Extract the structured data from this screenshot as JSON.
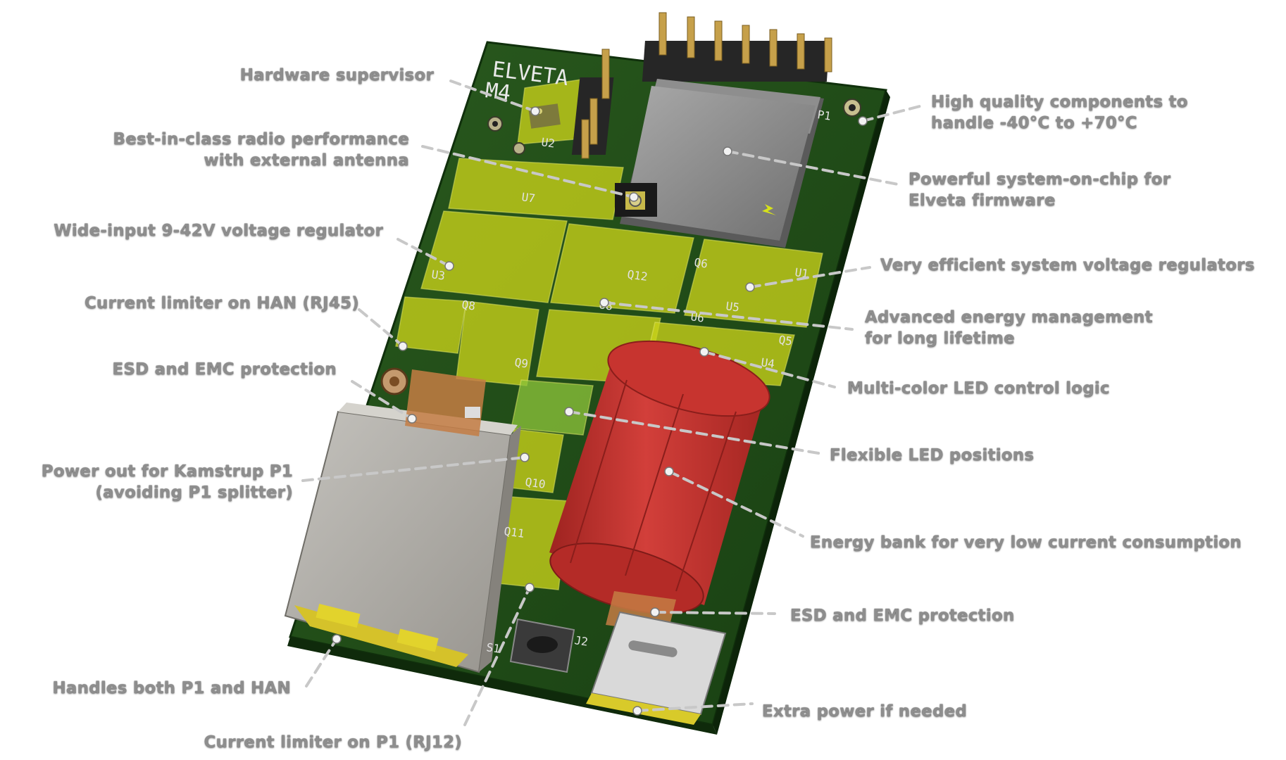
{
  "board": {
    "silkscreen_brand": "ELVETA",
    "silkscreen_model": "M4",
    "refdes": [
      "U2",
      "U7",
      "U3",
      "Q8",
      "Q9",
      "Q12",
      "U8",
      "Q6",
      "U1",
      "U5",
      "U6",
      "Q5",
      "U4",
      "Q10",
      "Q11",
      "J2",
      "S1",
      "P1"
    ]
  },
  "colors": {
    "pcb": "#1f4d16",
    "highlight": "#c9d21a",
    "capacitor": "#c8322e",
    "connector": "#b9b7b1",
    "leader": "#c2c2c2",
    "label": "#8e8e8e"
  },
  "labels": {
    "hardware_supervisor": [
      "Hardware supervisor"
    ],
    "radio_performance": [
      "Best-in-class radio performance",
      "with external antenna"
    ],
    "voltage_regulator": [
      "Wide-input 9-42V voltage regulator"
    ],
    "current_limiter_han": [
      "Current limiter on HAN (RJ45)"
    ],
    "esd_emc_left": [
      "ESD and EMC protection"
    ],
    "power_out_kamstrup": [
      "Power out for Kamstrup P1",
      "(avoiding P1 splitter)"
    ],
    "handles_p1_han": [
      "Handles both P1 and HAN"
    ],
    "current_limiter_p1": [
      "Current limiter on P1 (RJ12)"
    ],
    "high_quality_components": [
      "High quality components to",
      "handle  -40°C to +70°C"
    ],
    "system_on_chip": [
      "Powerful system-on-chip for",
      "Elveta firmware"
    ],
    "system_regulators": [
      "Very efficient system voltage regulators"
    ],
    "energy_management": [
      "Advanced energy management",
      "for long lifetime"
    ],
    "led_control": [
      "Multi-color LED control logic"
    ],
    "led_positions": [
      "Flexible LED positions"
    ],
    "energy_bank": [
      "Energy bank for very low current consumption"
    ],
    "esd_emc_right": [
      "ESD and EMC protection"
    ],
    "extra_power": [
      "Extra power if needed"
    ]
  }
}
